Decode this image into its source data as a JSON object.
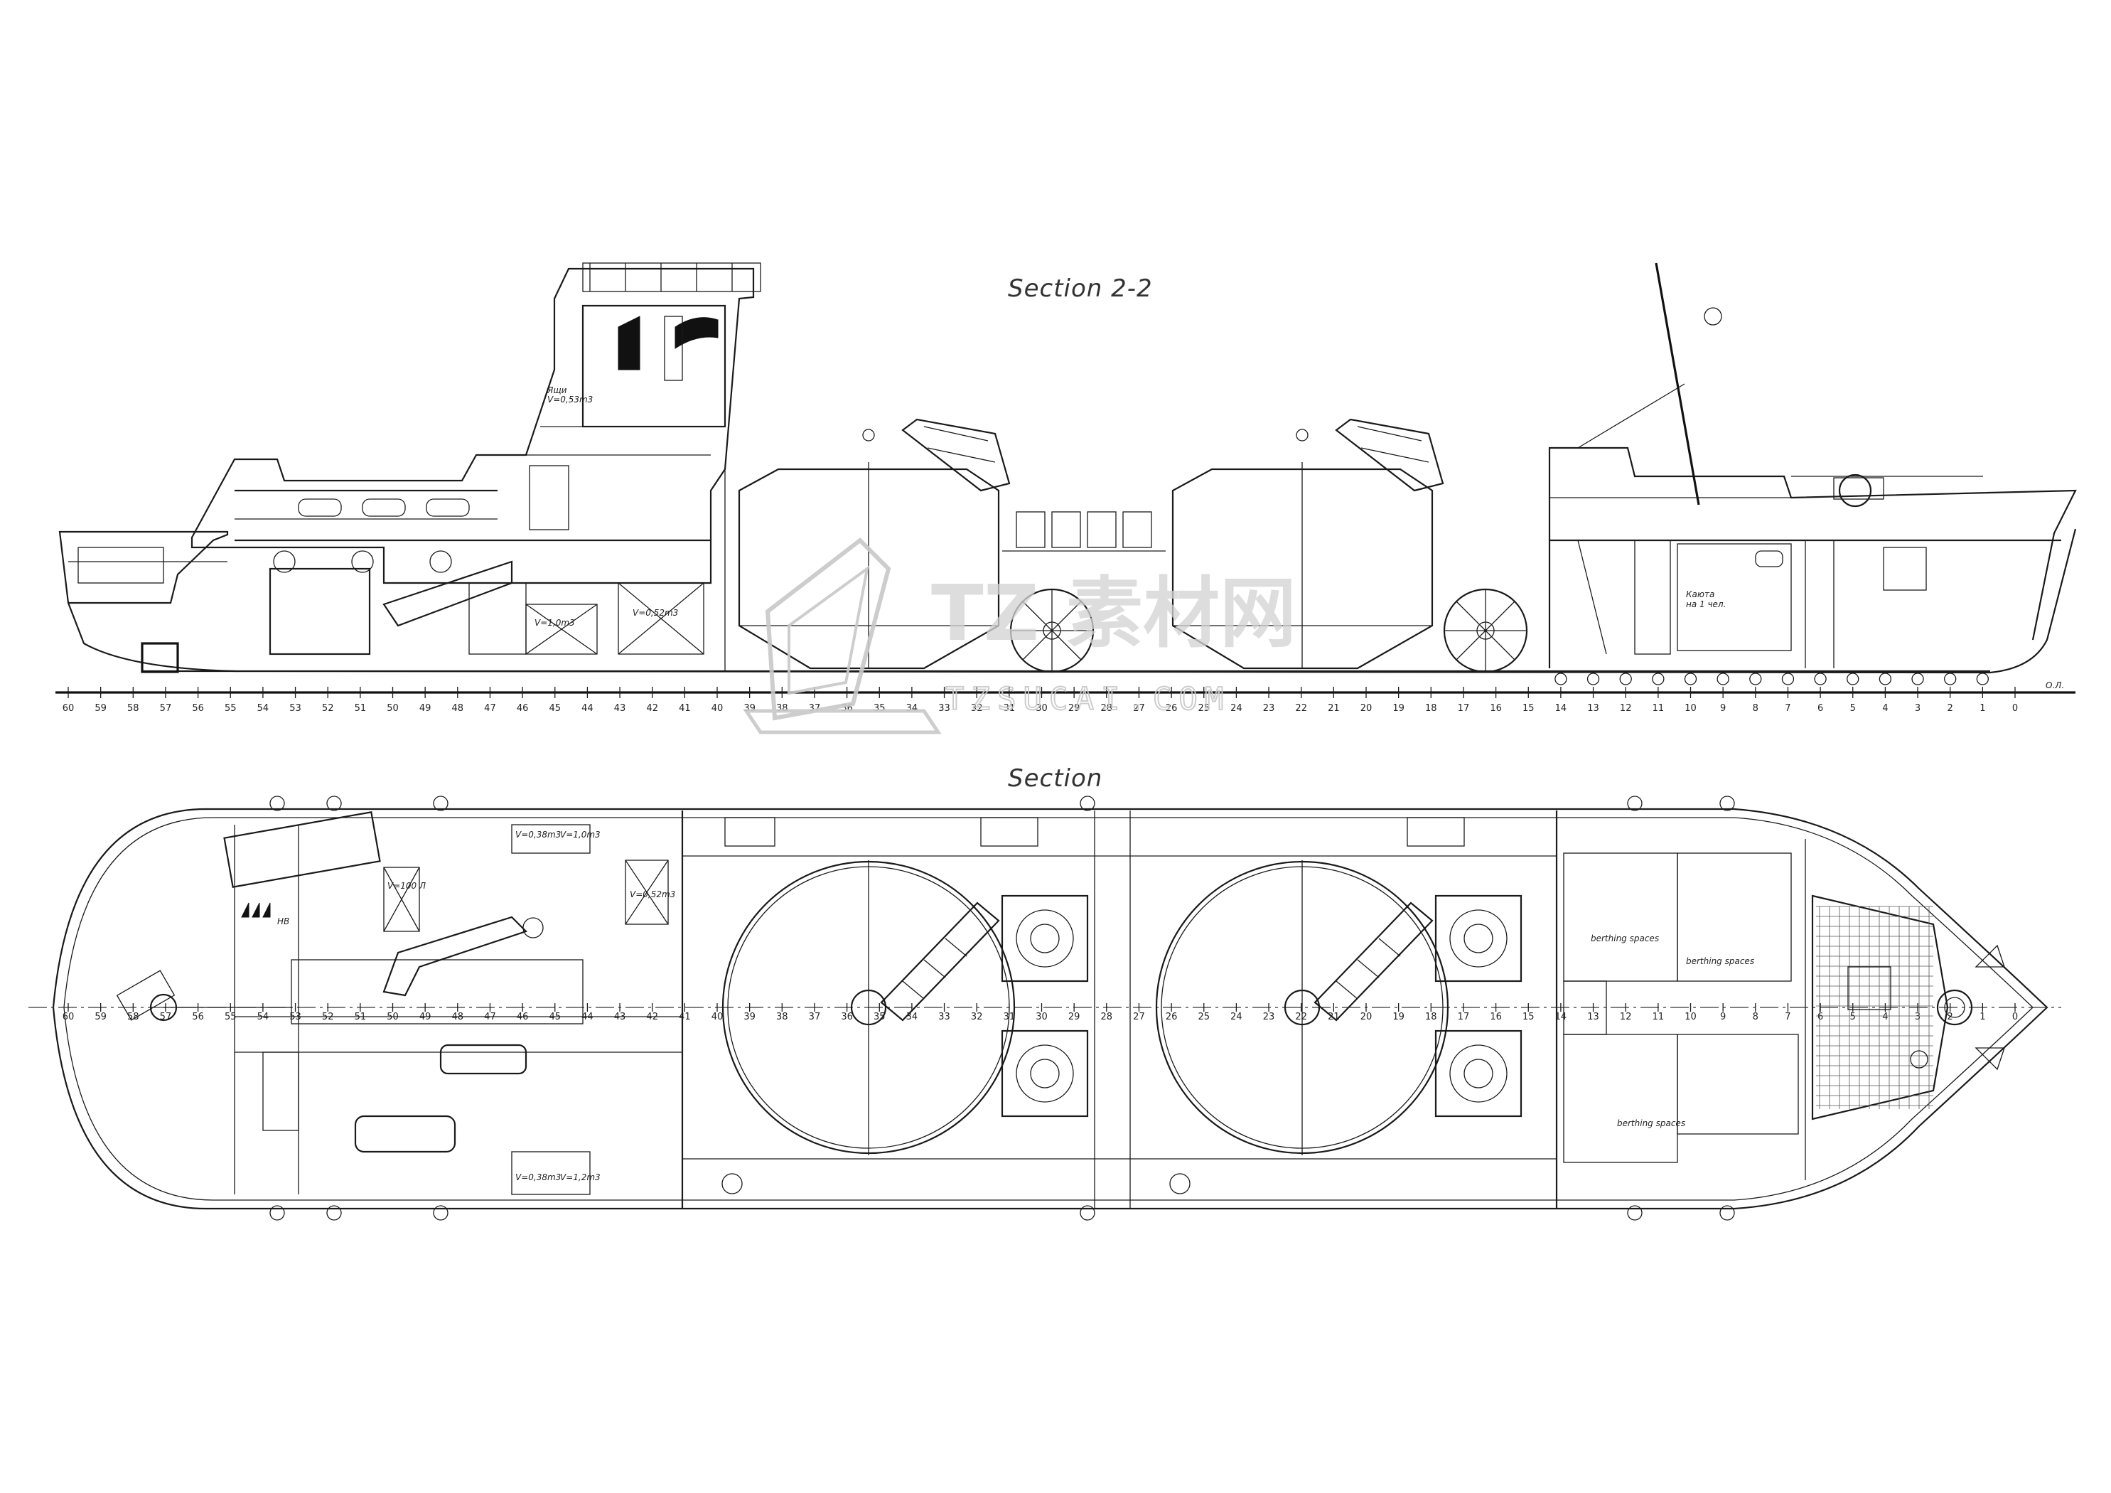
{
  "titles": {
    "profile": "Section 2-2",
    "plan": "Section"
  },
  "labels": {
    "baseline": "О.Л.",
    "berthing_1": "berthing spaces",
    "berthing_2": "berthing spaces",
    "berthing_3": "berthing spaces",
    "cabin_note_1": "Каюта",
    "cabin_note_2": "на 1 чел.",
    "vol_wheelhouse_1": "Ящи",
    "vol_wheelhouse_2": "V=0,53m3",
    "vol_profile_a": "V=1,0m3",
    "vol_profile_b": "V=0,52m3",
    "vol_plan_top_a": "V=0,38m3",
    "vol_plan_top_b": "V=1,0m3",
    "vol_plan_mid": "V=0,52m3",
    "vol_plan_tank": "V=100 Л",
    "vol_plan_bot_a": "V=0,38m3",
    "vol_plan_bot_b": "V=1,2m3",
    "mark_hb": "НВ"
  },
  "frames": {
    "numbers": [
      "60",
      "59",
      "58",
      "57",
      "56",
      "55",
      "54",
      "53",
      "52",
      "51",
      "50",
      "49",
      "48",
      "47",
      "46",
      "45",
      "44",
      "43",
      "42",
      "41",
      "40",
      "39",
      "38",
      "37",
      "36",
      "35",
      "34",
      "33",
      "32",
      "31",
      "30",
      "29",
      "28",
      "27",
      "26",
      "25",
      "24",
      "23",
      "22",
      "21",
      "20",
      "19",
      "18",
      "17",
      "16",
      "15",
      "14",
      "13",
      "12",
      "11",
      "10",
      "9",
      "8",
      "7",
      "6",
      "5",
      "4",
      "3",
      "2",
      "1",
      "0"
    ]
  },
  "watermark": {
    "logo_text": "素材网",
    "logo_prefix": "TZ",
    "site": "TZSUCAI.COM"
  },
  "colors": {
    "line": "#1a1a1a",
    "watermark": "#d2d2d2"
  }
}
